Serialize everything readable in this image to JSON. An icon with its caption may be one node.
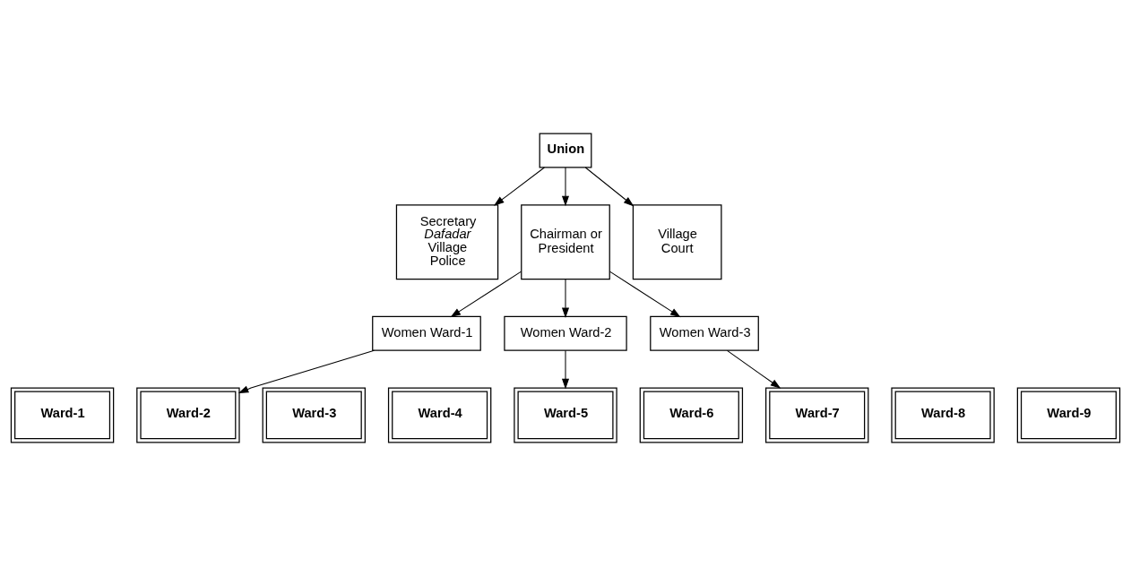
{
  "diagram": {
    "nodes": [
      {
        "text": [
          "Union"
        ]
      },
      {
        "text": [
          "Secretary *Dafadar* Village Police"
        ]
      },
      {
        "text": [
          "Chairman or President"
        ]
      },
      {
        "text": [
          "Village Court"
        ]
      },
      {
        "text": [
          "Women Ward-1"
        ]
      },
      {
        "text": [
          "Women Ward-2"
        ]
      },
      {
        "text": [
          "Women Ward-3"
        ]
      },
      {
        "text": [
          "Ward-1"
        ]
      },
      {
        "text": [
          "Ward-2"
        ]
      },
      {
        "text": [
          "Ward-3"
        ]
      },
      {
        "text": [
          "Ward-4"
        ]
      },
      {
        "text": [
          "Ward-5"
        ]
      },
      {
        "text": [
          "Ward-6"
        ]
      },
      {
        "text": [
          "Ward-7"
        ]
      },
      {
        "text": [
          "Ward-8"
        ]
      },
      {
        "text": [
          "Ward-9"
        ]
      }
    ],
    "edges": [
      {
        "from": 0,
        "to": 1,
        "arrow": "to"
      },
      {
        "from": 0,
        "to": 2,
        "arrow": "to"
      },
      {
        "from": 0,
        "to": 3,
        "arrow": "to"
      },
      {
        "from": 2,
        "to": 4,
        "arrow": "to"
      },
      {
        "from": 2,
        "to": 5,
        "arrow": "to"
      },
      {
        "from": 2,
        "to": 6,
        "arrow": "to"
      },
      {
        "from": 4,
        "to": 8,
        "arrow": "to"
      },
      {
        "from": 5,
        "to": 11,
        "arrow": "to"
      },
      {
        "from": 6,
        "to": 13,
        "arrow": "to"
      }
    ]
  }
}
